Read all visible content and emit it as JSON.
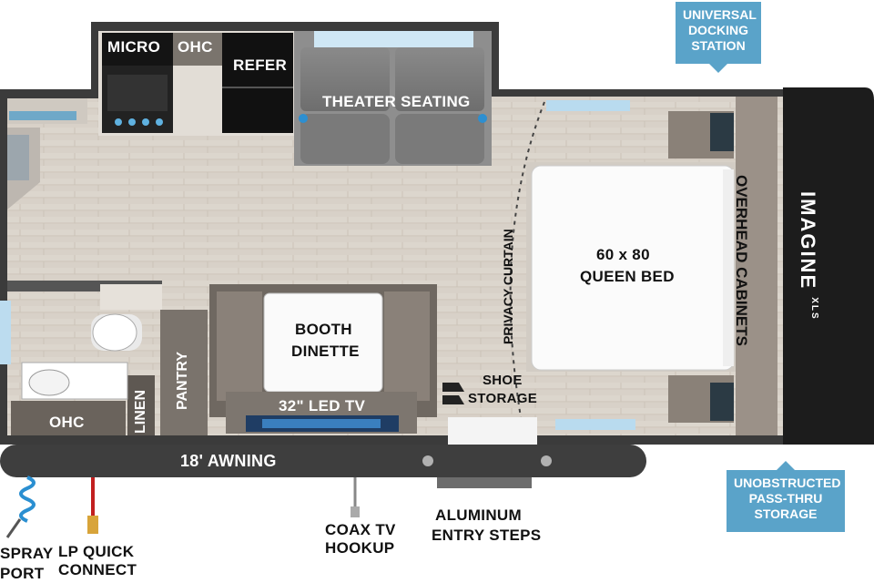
{
  "labels": {
    "micro": "MICRO",
    "ohc_top": "OHC",
    "refer": "REFER",
    "theater_seating": "THEATER SEATING",
    "queen_bed_line1": "60 x 80",
    "queen_bed_line2": "QUEEN BED",
    "privacy_curtain": "PRIVACY CURTAIN",
    "overhead_cabinets": "OVERHEAD CABINETS",
    "booth_dinette_line1": "BOOTH",
    "booth_dinette_line2": "DINETTE",
    "led_tv": "32\" LED TV",
    "pantry": "PANTRY",
    "linen": "LINEN",
    "ohc_bottom": "OHC",
    "shoe_storage_line1": "SHOE",
    "shoe_storage_line2": "STORAGE",
    "awning": "18' AWNING",
    "spray_port_line1": "SPRAY",
    "spray_port_line2": "PORT",
    "lp_quick_connect_line1": "LP QUICK",
    "lp_quick_connect_line2": "CONNECT",
    "coax_line1": "COAX TV",
    "coax_line2": "HOOKUP",
    "steps_line1": "ALUMINUM",
    "steps_line2": "ENTRY STEPS"
  },
  "callouts": {
    "docking_line1": "UNIVERSAL",
    "docking_line2": "DOCKING",
    "docking_line3": "STATION",
    "passthru_line1": "UNOBSTRUCTED",
    "passthru_line2": "PASS-THRU",
    "passthru_line3": "STORAGE"
  },
  "brand": {
    "name": "IMAGINE",
    "suffix": "XLS"
  },
  "colors": {
    "callout": "#5aa3c9",
    "wall": "#3a3a3a",
    "floor": "#d9d3cb",
    "cabinet": "#6b645d",
    "cap": "#1c1c1c"
  }
}
